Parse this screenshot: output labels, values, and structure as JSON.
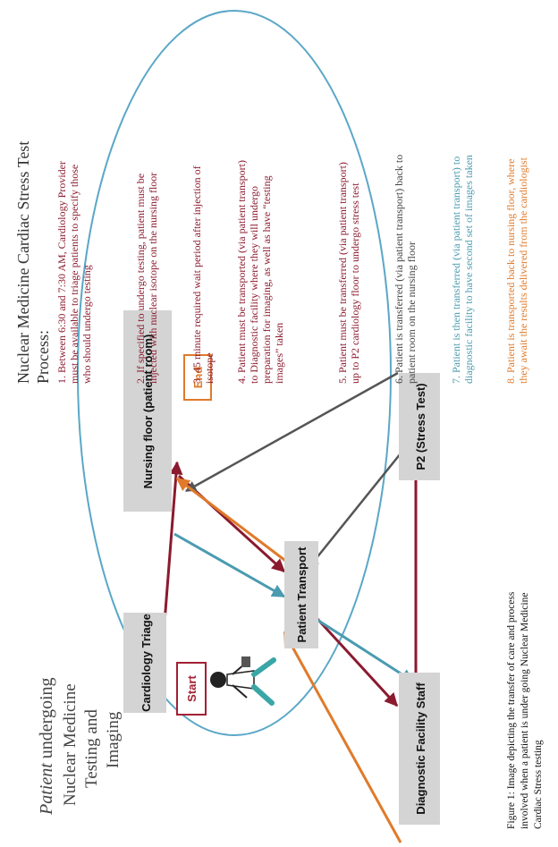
{
  "header": {
    "patient_word": "Patient",
    "line1_rest": " undergoing",
    "line2": "Nuclear Medicine",
    "line3": "Testing and",
    "line4": "Imaging"
  },
  "diagram": {
    "nodes": {
      "cardiology_triage": "Cardiology Triage",
      "nursing_floor": "Nursing floor  (patient room)",
      "patient_transport": "Patient Transport",
      "diagnostic_staff": "Diagnostic Facility Staff",
      "p2_stress": "P2 (Stress Test)"
    },
    "start_label": "Start",
    "end_label": "End",
    "colors": {
      "maroon": "#8b1a2e",
      "teal": "#4a9bb0",
      "orange": "#e07a2a",
      "gray_arrow": "#555555",
      "ellipse": "#5aa7c7",
      "node_fill": "#d4d4d4",
      "start_box": "#a22035",
      "end_box": "#e07a2a"
    }
  },
  "caption": {
    "line1": "Figure 1: Image depicting the transfer of care and process",
    "line2": "involved when a patient is under going Nuclear Medicine",
    "line3": "Cardiac Stress testing"
  },
  "process": {
    "title_line1": "Nuclear Medicine Cardiac Stress Test",
    "title_line2": "Process:",
    "steps": [
      {
        "lines": [
          "1. Between 6:30 and 7:30 AM, Cardiology Provider",
          "must be available to triage patients to specify those",
          "who should undergo testing"
        ],
        "color": "#8b1a2e"
      },
      {
        "lines": [
          "2. If specified to undergo testing, patient must be",
          "injected with nuclear isotope on the nursing floor"
        ],
        "color": "#8b1a2e"
      },
      {
        "lines": [
          "3. 45 minute required wait period after injection of",
          "isotope"
        ],
        "color": "#8b1a2e"
      },
      {
        "lines": [
          "4. Patient must be transported (via patient transport)",
          "to Diagnostic facility where they will undergo",
          "preparation for imaging,  as well as have “testing",
          "images” taken"
        ],
        "color": "#8b1a2e"
      },
      {
        "lines": [
          "5. Patient must be transferred (via patient transport)",
          "up to P2 cardiology floor to undergo stress test"
        ],
        "color": "#8b1a2e"
      },
      {
        "lines": [
          "6. Patient is transferred (via patient transport) back to",
          "patient room on the nursing floor"
        ],
        "color": "#444444"
      },
      {
        "lines": [
          "7. Patient is then transferred (via patient transport) to",
          "diagnostic facility to have second set of images taken"
        ],
        "color": "#4a9bb0"
      },
      {
        "lines": [
          "8. Patient is transported back to nursing floor, where",
          "they await the results delivered from the cardiologist"
        ],
        "color": "#e07a2a"
      }
    ]
  }
}
